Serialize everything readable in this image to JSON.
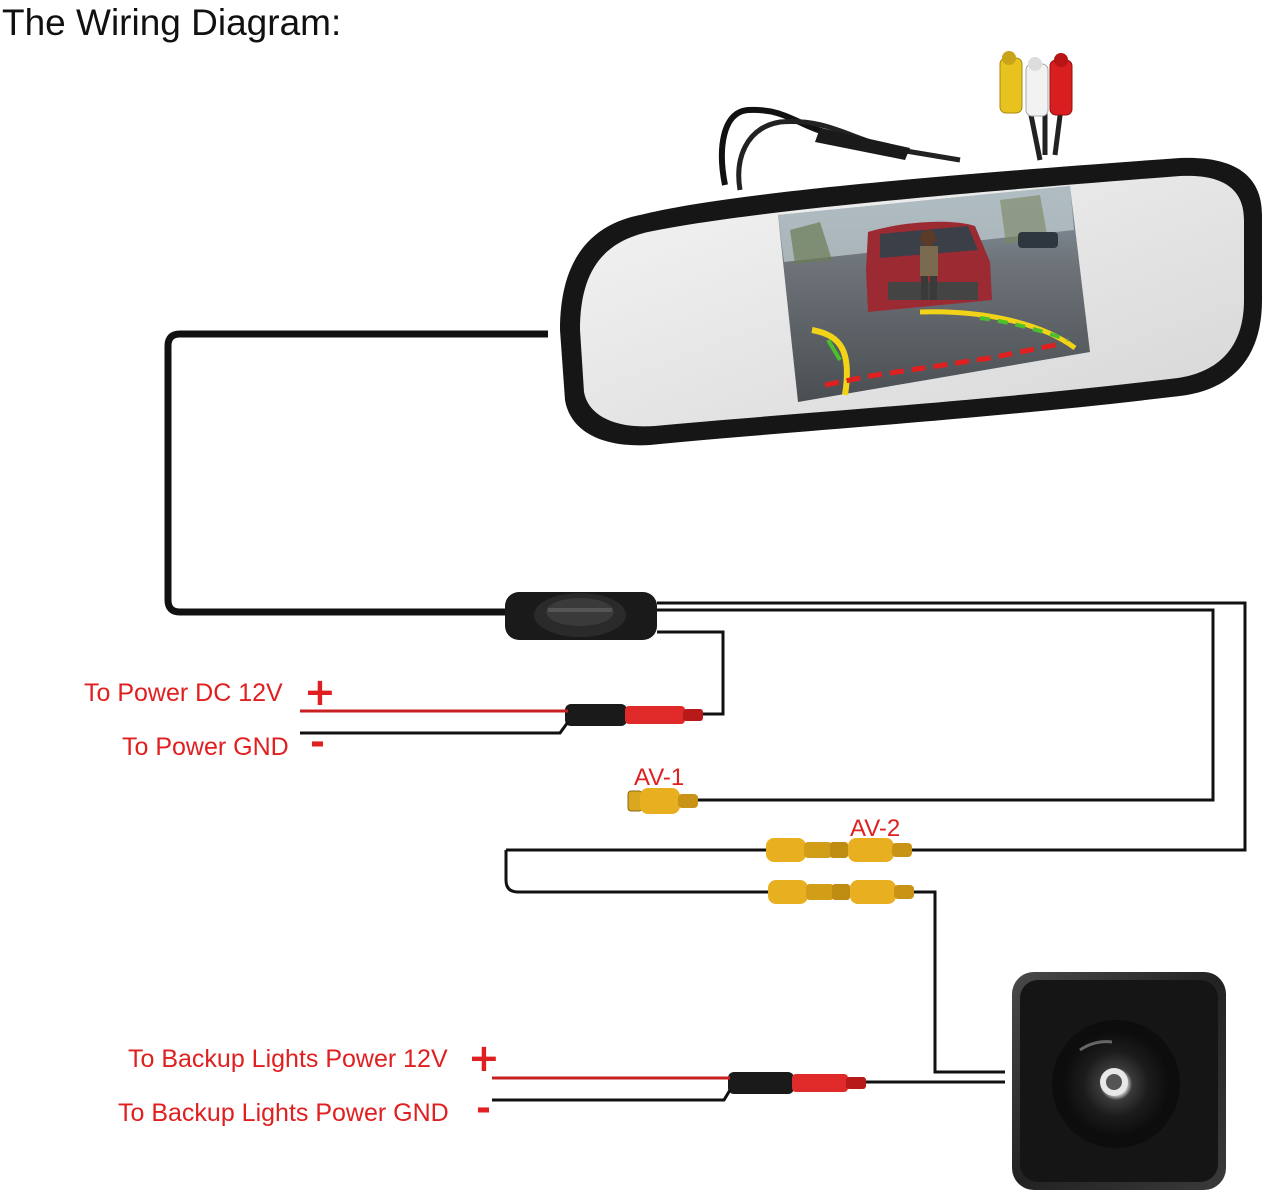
{
  "title": "The Wiring Diagram:",
  "labels": {
    "power_dc": "To Power DC 12V",
    "power_gnd": "To Power GND",
    "av1": "AV-1",
    "av2": "AV-2",
    "backup_power": "To Backup Lights Power 12V",
    "backup_gnd": "To Backup Lights Power GND"
  },
  "signs": {
    "plus": "+",
    "minus": "-"
  },
  "colors": {
    "label_red": "#e02020",
    "wire_black": "#111111",
    "wire_red": "#cc2222",
    "rca_yellow": "#e8b020",
    "rca_red": "#d81e1e",
    "rca_white": "#f2f2f2",
    "mirror_frame": "#1a1a1a",
    "mirror_glass": "#e6e6e6"
  }
}
